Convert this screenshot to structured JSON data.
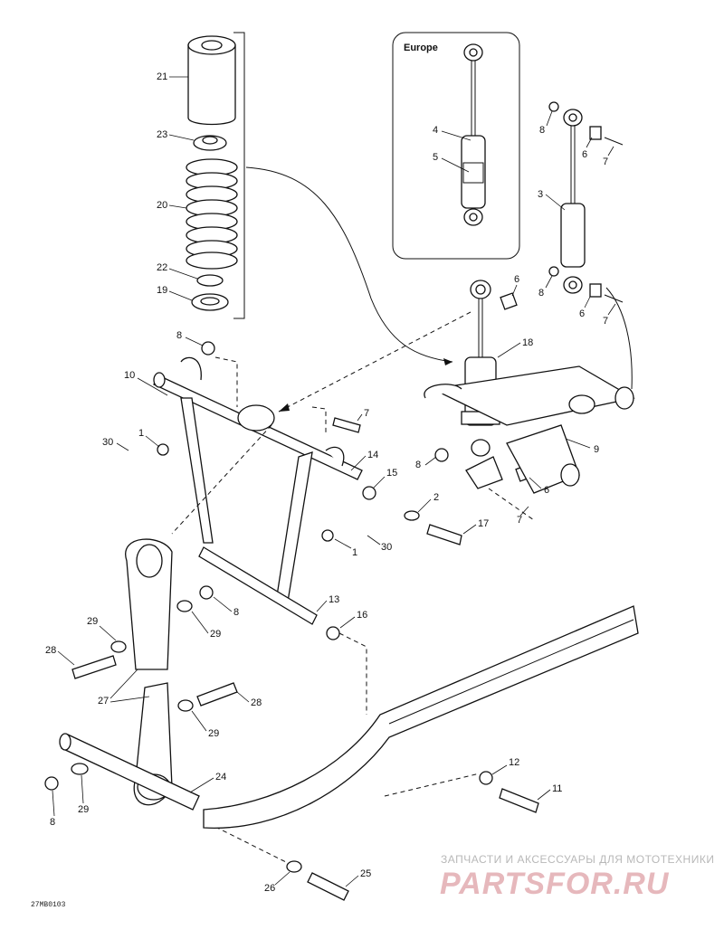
{
  "diagram": {
    "inset_title": "Europe",
    "reference_code": "27MB0103",
    "watermark": {
      "tagline": "ЗАПЧАСТИ И АКСЕССУАРЫ ДЛЯ МОТОТЕХНИКИ",
      "logo": "PARTSFOR.RU"
    },
    "callouts": [
      {
        "id": "c21",
        "text": "21"
      },
      {
        "id": "c23",
        "text": "23"
      },
      {
        "id": "c20",
        "text": "20"
      },
      {
        "id": "c22",
        "text": "22"
      },
      {
        "id": "c19",
        "text": "19"
      },
      {
        "id": "c4",
        "text": "4"
      },
      {
        "id": "c5",
        "text": "5"
      },
      {
        "id": "c8a",
        "text": "8"
      },
      {
        "id": "c6a",
        "text": "6"
      },
      {
        "id": "c7a",
        "text": "7"
      },
      {
        "id": "c3",
        "text": "3"
      },
      {
        "id": "c8b",
        "text": "8"
      },
      {
        "id": "c6b",
        "text": "6"
      },
      {
        "id": "c7b",
        "text": "7"
      },
      {
        "id": "c6c",
        "text": "6"
      },
      {
        "id": "c18",
        "text": "18"
      },
      {
        "id": "c8c",
        "text": "8"
      },
      {
        "id": "c10",
        "text": "10"
      },
      {
        "id": "c7c",
        "text": "7"
      },
      {
        "id": "c9",
        "text": "9"
      },
      {
        "id": "c30a",
        "text": "30"
      },
      {
        "id": "c1a",
        "text": "1"
      },
      {
        "id": "c14",
        "text": "14"
      },
      {
        "id": "c8d",
        "text": "8"
      },
      {
        "id": "c15",
        "text": "15"
      },
      {
        "id": "c6d",
        "text": "6"
      },
      {
        "id": "c2",
        "text": "2"
      },
      {
        "id": "c7d",
        "text": "7"
      },
      {
        "id": "c17",
        "text": "17"
      },
      {
        "id": "c1b",
        "text": "1"
      },
      {
        "id": "c30b",
        "text": "30"
      },
      {
        "id": "c13",
        "text": "13"
      },
      {
        "id": "c8e",
        "text": "8"
      },
      {
        "id": "c16",
        "text": "16"
      },
      {
        "id": "c29a",
        "text": "29"
      },
      {
        "id": "c29b",
        "text": "29"
      },
      {
        "id": "c28a",
        "text": "28"
      },
      {
        "id": "c27",
        "text": "27"
      },
      {
        "id": "c28b",
        "text": "28"
      },
      {
        "id": "c29c",
        "text": "29"
      },
      {
        "id": "c24",
        "text": "24"
      },
      {
        "id": "c8f",
        "text": "8"
      },
      {
        "id": "c29d",
        "text": "29"
      },
      {
        "id": "c12",
        "text": "12"
      },
      {
        "id": "c11",
        "text": "11"
      },
      {
        "id": "c26",
        "text": "26"
      },
      {
        "id": "c25",
        "text": "25"
      }
    ]
  }
}
